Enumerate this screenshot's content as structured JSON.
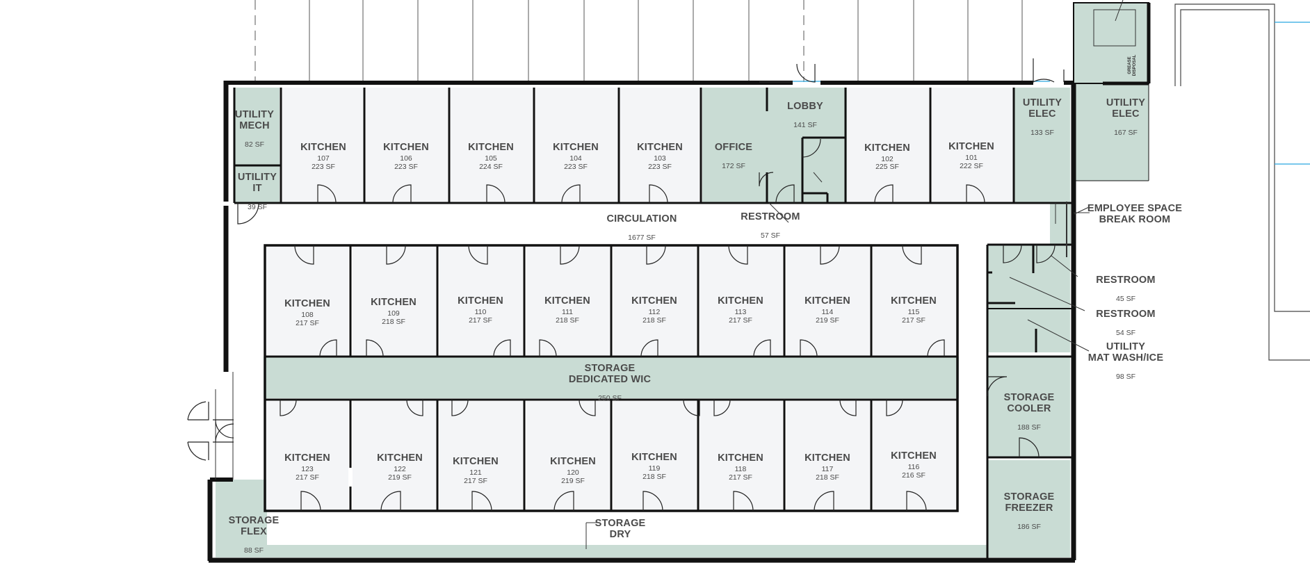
{
  "colors": {
    "wall": "#111111",
    "kitchen_fill": "#f4f5f7",
    "support_fill": "#c9dcd4",
    "circulation_fill": "#ffffff",
    "text": "#4a4a4a",
    "accent_line": "#29a8e0"
  },
  "rooms": {
    "r107": {
      "name": "KITCHEN",
      "number": "107",
      "area": "223 SF"
    },
    "r106": {
      "name": "KITCHEN",
      "number": "106",
      "area": "223 SF"
    },
    "r105": {
      "name": "KITCHEN",
      "number": "105",
      "area": "224 SF"
    },
    "r104": {
      "name": "KITCHEN",
      "number": "104",
      "area": "223 SF"
    },
    "r103": {
      "name": "KITCHEN",
      "number": "103",
      "area": "223 SF"
    },
    "r102": {
      "name": "KITCHEN",
      "number": "102",
      "area": "225 SF"
    },
    "r101": {
      "name": "KITCHEN",
      "number": "101",
      "area": "222 SF"
    },
    "r108": {
      "name": "KITCHEN",
      "number": "108",
      "area": "217 SF"
    },
    "r109": {
      "name": "KITCHEN",
      "number": "109",
      "area": "218 SF"
    },
    "r110": {
      "name": "KITCHEN",
      "number": "110",
      "area": "217 SF"
    },
    "r111": {
      "name": "KITCHEN",
      "number": "111",
      "area": "218 SF"
    },
    "r112": {
      "name": "KITCHEN",
      "number": "112",
      "area": "218 SF"
    },
    "r113": {
      "name": "KITCHEN",
      "number": "113",
      "area": "217 SF"
    },
    "r114": {
      "name": "KITCHEN",
      "number": "114",
      "area": "219 SF"
    },
    "r115": {
      "name": "KITCHEN",
      "number": "115",
      "area": "217 SF"
    },
    "r123": {
      "name": "KITCHEN",
      "number": "123",
      "area": "217 SF"
    },
    "r122": {
      "name": "KITCHEN",
      "number": "122",
      "area": "219 SF"
    },
    "r121": {
      "name": "KITCHEN",
      "number": "121",
      "area": "217 SF"
    },
    "r120": {
      "name": "KITCHEN",
      "number": "120",
      "area": "219 SF"
    },
    "r119": {
      "name": "KITCHEN",
      "number": "119",
      "area": "218 SF"
    },
    "r118": {
      "name": "KITCHEN",
      "number": "118",
      "area": "217 SF"
    },
    "r117": {
      "name": "KITCHEN",
      "number": "117",
      "area": "218 SF"
    },
    "r116": {
      "name": "KITCHEN",
      "number": "116",
      "area": "216 SF"
    },
    "utility_mech": {
      "line1": "UTILITY",
      "line2": "MECH",
      "area": "82 SF"
    },
    "utility_it": {
      "line1": "UTILITY",
      "line2": "IT",
      "area": "39 SF"
    },
    "office": {
      "name": "OFFICE",
      "area": "172 SF"
    },
    "lobby": {
      "name": "LOBBY",
      "area": "141 SF"
    },
    "utility_elec_1": {
      "line1": "UTILITY",
      "line2": "ELEC",
      "area": "133 SF"
    },
    "utility_elec_2": {
      "line1": "UTILITY",
      "line2": "ELEC",
      "area": "167 SF"
    },
    "grease": {
      "line1": "GREASE",
      "line2": "DISPOSAL"
    },
    "circulation": {
      "name": "CIRCULATION",
      "area": "1677 SF"
    },
    "restroom_1": {
      "name": "RESTROOM",
      "area": "57 SF"
    },
    "break_room": {
      "line1": "EMPLOYEE SPACE",
      "line2": "BREAK ROOM"
    },
    "restroom_2": {
      "name": "RESTROOM",
      "area": "45 SF"
    },
    "restroom_3": {
      "name": "RESTROOM",
      "area": "54 SF"
    },
    "mat_wash": {
      "line1": "UTILITY",
      "line2": "MAT WASH/ICE",
      "area": "98 SF"
    },
    "wic": {
      "line1": "STORAGE",
      "line2": "DEDICATED WIC",
      "area": "250 SF"
    },
    "cooler": {
      "line1": "STORAGE",
      "line2": "COOLER",
      "area": "188 SF"
    },
    "freezer": {
      "line1": "STORAGE",
      "line2": "FREEZER",
      "area": "186 SF"
    },
    "flex": {
      "line1": "STORAGE",
      "line2": "FLEX",
      "area": "88 SF"
    },
    "dry": {
      "line1": "STORAGE",
      "line2": "DRY"
    }
  }
}
